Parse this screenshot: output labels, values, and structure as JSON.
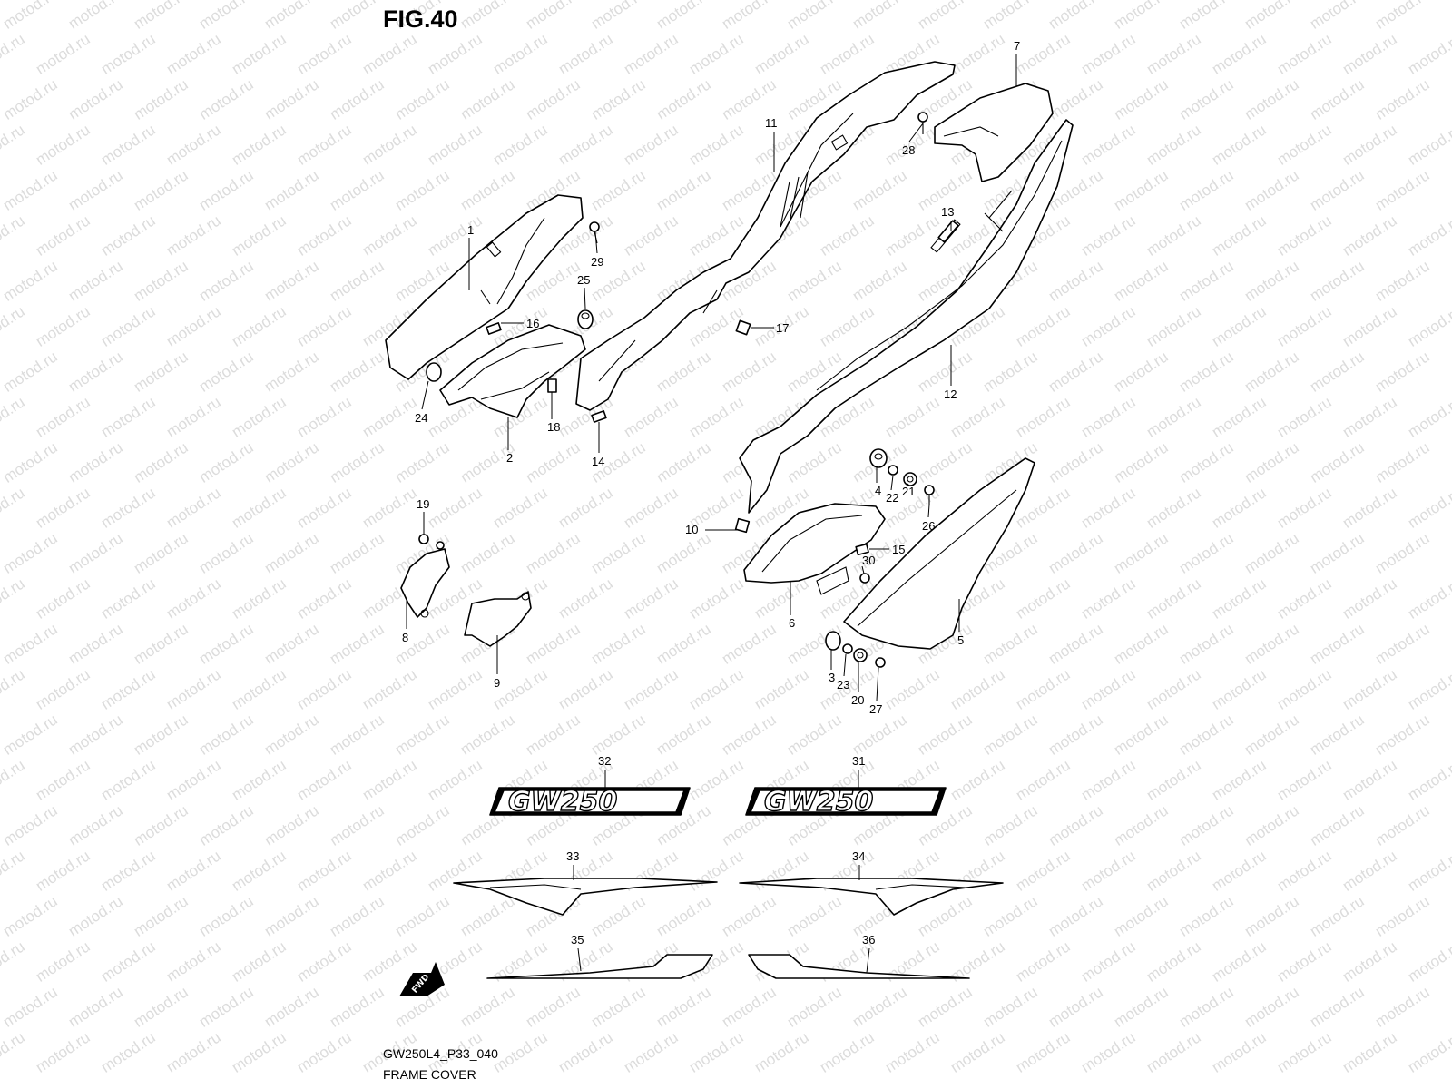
{
  "watermark": "motod.ru",
  "figure": {
    "title": "FIG.40",
    "drawing_code": "GW250L4_P33_040",
    "drawing_name": "FRAME COVER",
    "fwd_label": "FWD",
    "decal_text_left": "GW250",
    "decal_text_right": "GW250",
    "part_numbers": [
      "1",
      "2",
      "3",
      "4",
      "5",
      "6",
      "7",
      "8",
      "9",
      "10",
      "11",
      "12",
      "13",
      "14",
      "15",
      "16",
      "17",
      "18",
      "19",
      "20",
      "21",
      "22",
      "23",
      "24",
      "25",
      "26",
      "27",
      "28",
      "29",
      "30",
      "31",
      "32",
      "33",
      "34",
      "35",
      "36"
    ]
  }
}
